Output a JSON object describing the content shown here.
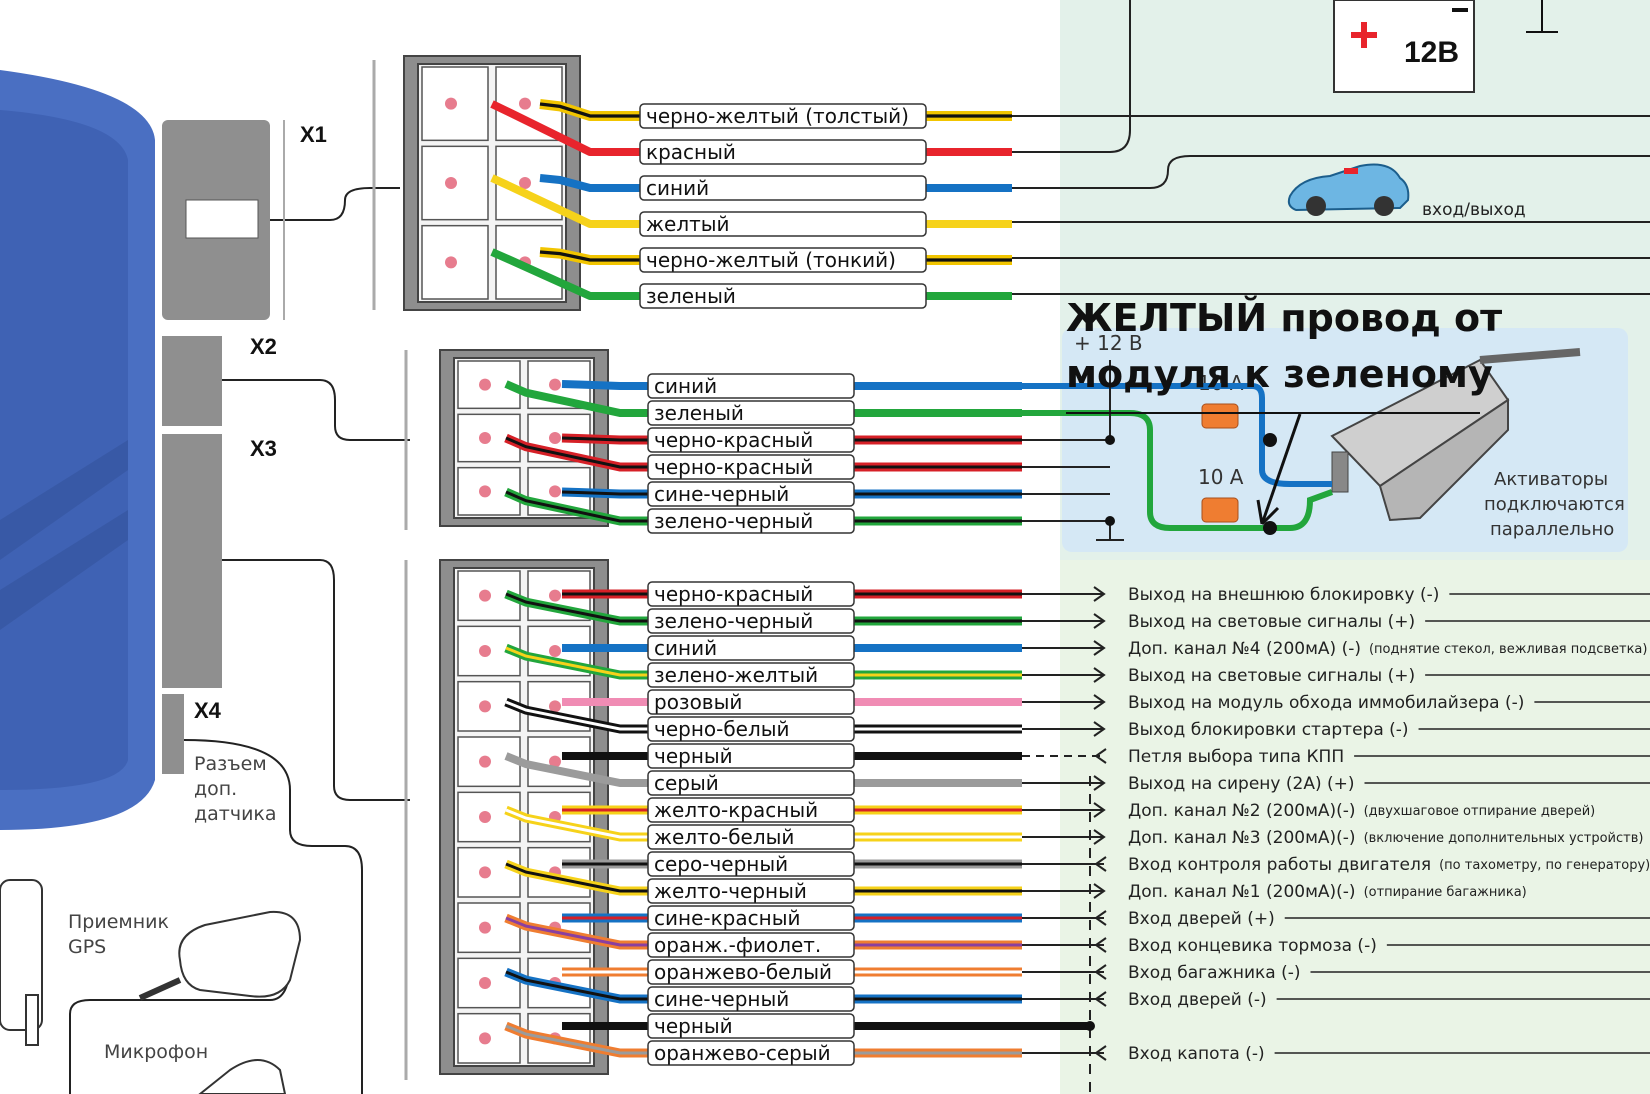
{
  "colors": {
    "background_right": "#e3f1ea",
    "background_lower_right": "#eaf4e6",
    "module_blue": "#4a6fc2",
    "connector_gray": "#9a9a9a",
    "note_text": "#111111"
  },
  "top": {
    "battery_label": "12В",
    "car_label": "вход/выход"
  },
  "connectors": {
    "x1": "X1",
    "x2": "X2",
    "x3": "X3",
    "x4": "X4",
    "x4_caption": [
      "Разъем",
      "доп.",
      "датчика"
    ],
    "gps_caption": [
      "Приемник",
      "GPS"
    ],
    "mic_caption": "Микрофон"
  },
  "x1_wires": [
    {
      "label": "черно-желтый (толстый)",
      "color": "#f2c500",
      "stripe": "#111111"
    },
    {
      "label": "красный",
      "color": "#e8242c",
      "stripe": ""
    },
    {
      "label": "синий",
      "color": "#1572c4",
      "stripe": ""
    },
    {
      "label": "желтый",
      "color": "#f6d21a",
      "stripe": ""
    },
    {
      "label": "черно-желтый (тонкий)",
      "color": "#f2c500",
      "stripe": "#111111"
    },
    {
      "label": "зеленый",
      "color": "#22a63c",
      "stripe": ""
    }
  ],
  "x2_wires": [
    {
      "label": "синий",
      "color": "#1572c4",
      "stripe": ""
    },
    {
      "label": "зеленый",
      "color": "#22a63c",
      "stripe": ""
    },
    {
      "label": "черно-красный",
      "color": "#d62027",
      "stripe": "#111111"
    },
    {
      "label": "черно-красный",
      "color": "#d62027",
      "stripe": "#111111"
    },
    {
      "label": "сине-черный",
      "color": "#1572c4",
      "stripe": "#111111"
    },
    {
      "label": "зелено-черный",
      "color": "#22a63c",
      "stripe": "#111111"
    }
  ],
  "x3_wires": [
    {
      "label": "черно-красный",
      "color": "#d62027",
      "stripe": "#111111",
      "desc": "Выход на  внешнюю блокировку (-)",
      "note": "",
      "dir": "out"
    },
    {
      "label": "зелено-черный",
      "color": "#22a63c",
      "stripe": "#111111",
      "desc": "Выход на световые сигналы (+)",
      "note": "",
      "dir": "out"
    },
    {
      "label": "синий",
      "color": "#1572c4",
      "stripe": "",
      "desc": "Доп. канал №4 (200мА) (-)",
      "note": "(поднятие стекол, вежливая подсветка)",
      "dir": "out"
    },
    {
      "label": "зелено-желтый",
      "color": "#22a63c",
      "stripe": "#f6d21a",
      "desc": "Выход на световые сигналы (+)",
      "note": "",
      "dir": "out"
    },
    {
      "label": "розовый",
      "color": "#f08cb4",
      "stripe": "",
      "desc": "Выход на модуль обхода иммобилайзера (-)",
      "note": "",
      "dir": "out"
    },
    {
      "label": "черно-белый",
      "color": "#111111",
      "stripe": "#ffffff",
      "desc": "Выход блокировки стартера (-)",
      "note": "",
      "dir": "out"
    },
    {
      "label": "черный",
      "color": "#111111",
      "stripe": "",
      "desc": "Петля выбора типа КПП",
      "note": "",
      "dir": "in"
    },
    {
      "label": "серый",
      "color": "#9b9b9b",
      "stripe": "",
      "desc": "Выход на сирену (2А) (+)",
      "note": "",
      "dir": "out"
    },
    {
      "label": "желто-красный",
      "color": "#f6d21a",
      "stripe": "#d62027",
      "desc": "Доп. канал №2 (200мА)(-)",
      "note": "(двухшаговое отпирание дверей)",
      "dir": "out"
    },
    {
      "label": "желто-белый",
      "color": "#f6d21a",
      "stripe": "#ffffff",
      "desc": "Доп. канал №3 (200мА)(-)",
      "note": "(включение дополнительных устройств)",
      "dir": "out"
    },
    {
      "label": "серо-черный",
      "color": "#9b9b9b",
      "stripe": "#111111",
      "desc": "Вход контроля работы двигателя",
      "note": "(по тахометру, по генератору)",
      "dir": "in"
    },
    {
      "label": "желто-черный",
      "color": "#f6d21a",
      "stripe": "#111111",
      "desc": "Доп. канал №1 (200мА)(-)",
      "note": "(отпирание багажника)",
      "dir": "out"
    },
    {
      "label": "сине-красный",
      "color": "#1572c4",
      "stripe": "#d62027",
      "desc": "Вход дверей (+)",
      "note": "",
      "dir": "in"
    },
    {
      "label": "оранж.-фиолет.",
      "color": "#ef7d31",
      "stripe": "#8a3fa0",
      "desc": "Вход концевика тормоза (-)",
      "note": "",
      "dir": "in"
    },
    {
      "label": "оранжево-белый",
      "color": "#ef7d31",
      "stripe": "#ffffff",
      "desc": "Вход багажника (-)",
      "note": "",
      "dir": "in"
    },
    {
      "label": "сине-черный",
      "color": "#1572c4",
      "stripe": "#111111",
      "desc": "Вход дверей (-)",
      "note": "",
      "dir": "in"
    },
    {
      "label": "черный",
      "color": "#111111",
      "stripe": "",
      "desc": "",
      "note": "",
      "dir": "none"
    },
    {
      "label": "оранжево-серый",
      "color": "#ef7d31",
      "stripe": "#9b9b9b",
      "desc": "Вход капота (-)",
      "note": "",
      "dir": "in"
    }
  ],
  "lock_section": {
    "plus12": "+ 12 В",
    "fuse1": "10 А",
    "fuse2": "10 А",
    "activators": [
      "Активаторы",
      "подключаются",
      "параллельно"
    ]
  },
  "note": {
    "line1": "ЖЕЛТЫЙ провод от",
    "line2": "модуля к зеленому"
  }
}
